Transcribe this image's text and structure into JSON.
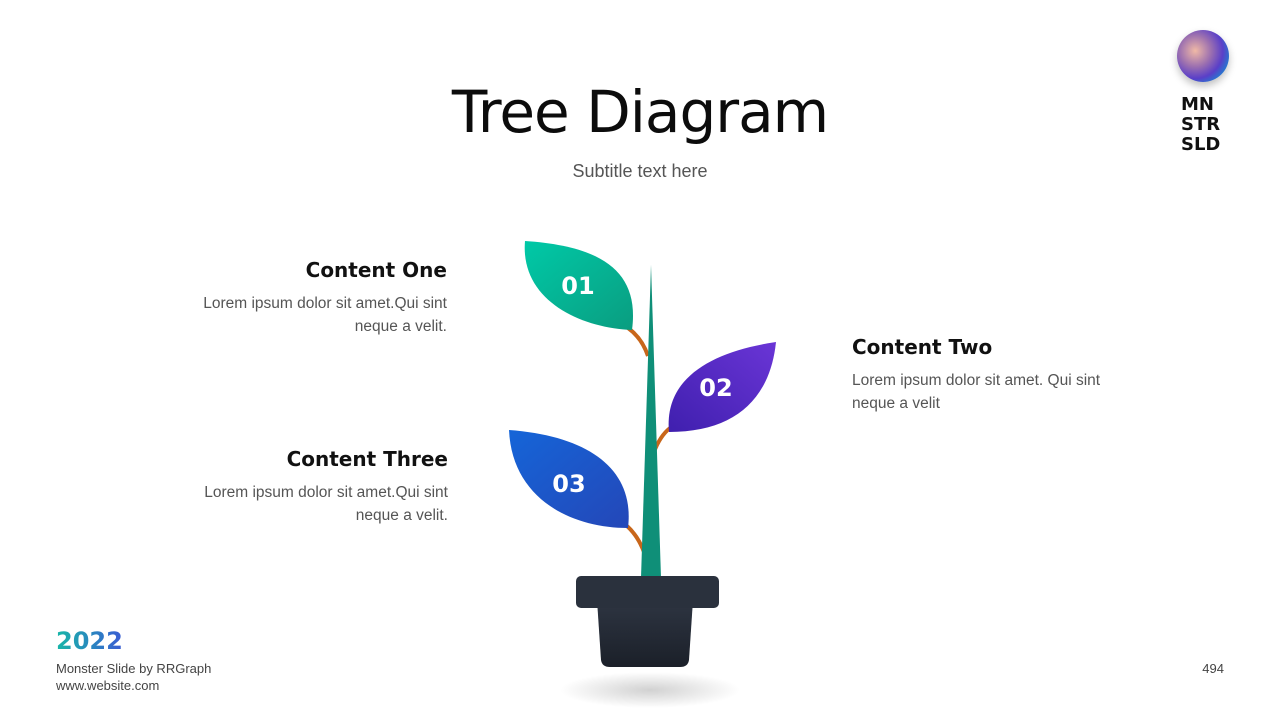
{
  "slide": {
    "title": "Tree Diagram",
    "subtitle": "Subtitle text here"
  },
  "logo": {
    "lines": [
      "MN",
      "STR",
      "SLD"
    ]
  },
  "items": [
    {
      "number": "01",
      "heading": "Content One",
      "text_lines": [
        "Lorem ipsum dolor sit amet.Qui  sint",
        "neque a velit."
      ],
      "color": "#00b894"
    },
    {
      "number": "02",
      "heading": "Content Two",
      "text_lines": [
        "Lorem ipsum dolor sit amet. Qui sint",
        "neque a velit"
      ],
      "color": "#5b2fc9"
    },
    {
      "number": "03",
      "heading": "Content Three",
      "text_lines": [
        "Lorem ipsum dolor sit amet.Qui  sint",
        "neque a velit."
      ],
      "color": "#1d5fd6"
    }
  ],
  "footer": {
    "year": "2022",
    "credit": "Monster Slide  by RRGraph",
    "website": "www.website.com",
    "page_number": "494"
  },
  "colors": {
    "stem": "#0f8f78",
    "branch": "#c8661a",
    "pot": "#232a36"
  }
}
